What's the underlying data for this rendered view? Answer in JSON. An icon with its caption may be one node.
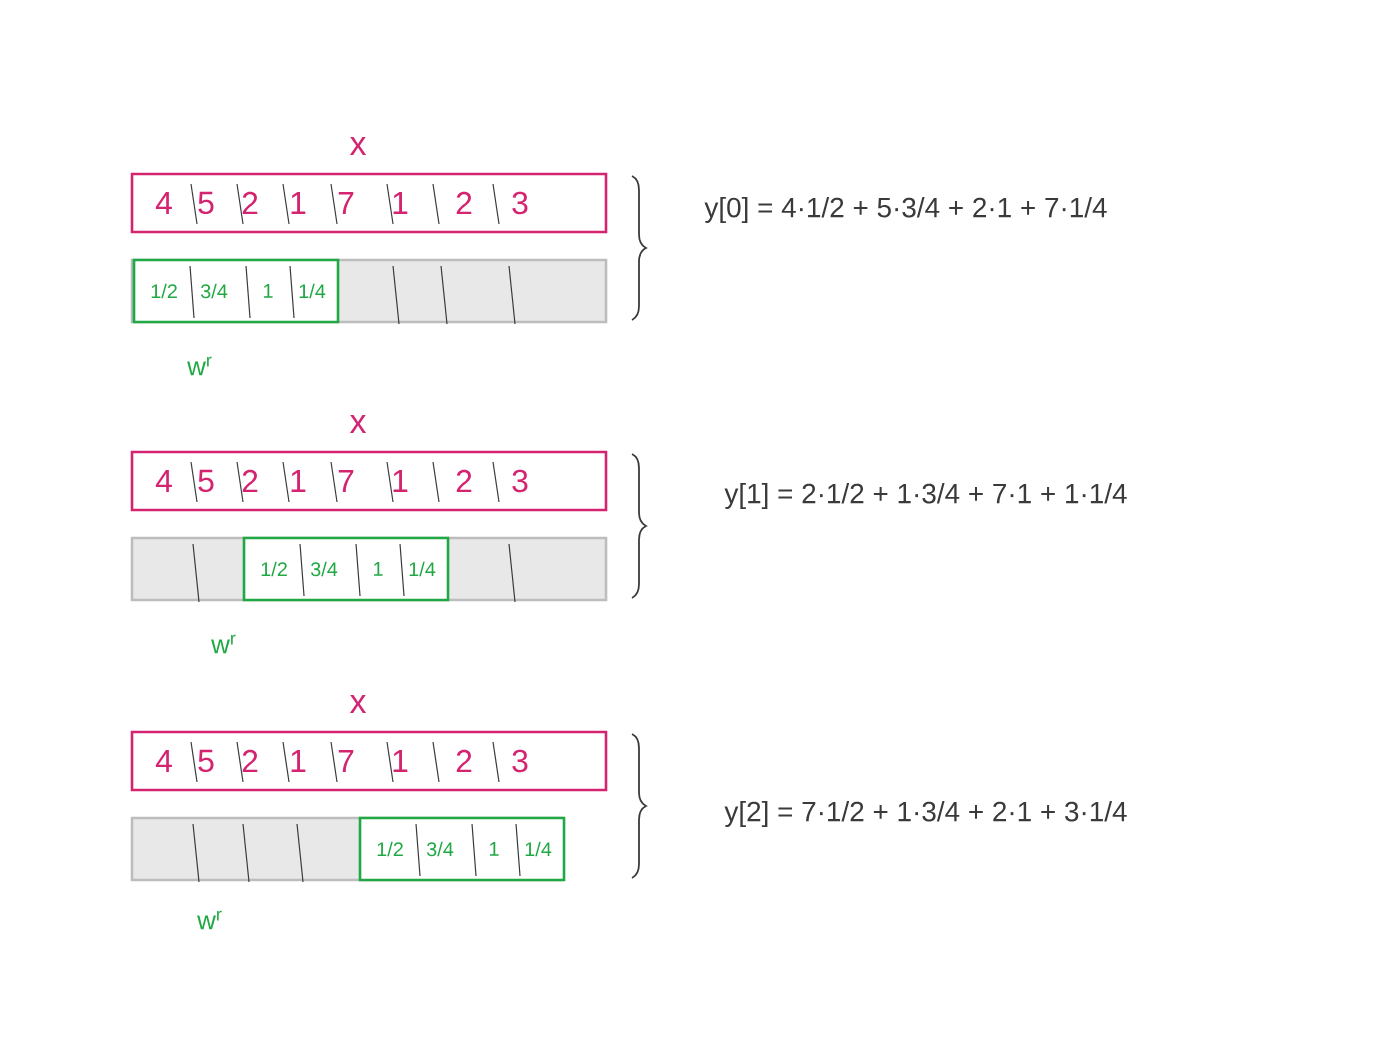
{
  "diagram": {
    "nodes": [
      {
        "text": [
          "x",
          "4",
          "5",
          "2",
          "1",
          "7",
          "1",
          "2",
          "3"
        ]
      },
      {
        "text": [],
        "shape": "bar"
      },
      {
        "text": [
          "1/2",
          "3/4",
          "1",
          "1/4"
        ],
        "in": 1
      },
      {
        "text": [
          "x",
          "4",
          "5",
          "2",
          "1",
          "7",
          "1",
          "2",
          "3"
        ]
      },
      {
        "text": [],
        "shape": "bar"
      },
      {
        "text": [
          "1/2",
          "3/4",
          "1",
          "1/4"
        ],
        "in": 4
      },
      {
        "text": [
          "x",
          "4",
          "5",
          "2",
          "1",
          "7",
          "1",
          "2",
          "3"
        ]
      },
      {
        "text": [],
        "shape": "bar"
      },
      {
        "text": [
          "1/2",
          "3/4",
          "1",
          "1/4"
        ],
        "in": 7
      }
    ],
    "labels": [
      "y[0] = 4·1/2 + 5·3/4 + 2·1 + 7·1/4",
      "w$^{r}$",
      "y[1] = 2·1/2 + 1·3/4 + 7·1 + 1·1/4",
      "w$^{r}$",
      "y[2] = 7·1/2 + 1·3/4 + 2·1 + 3·1/4",
      "w$^{r}$"
    ]
  }
}
